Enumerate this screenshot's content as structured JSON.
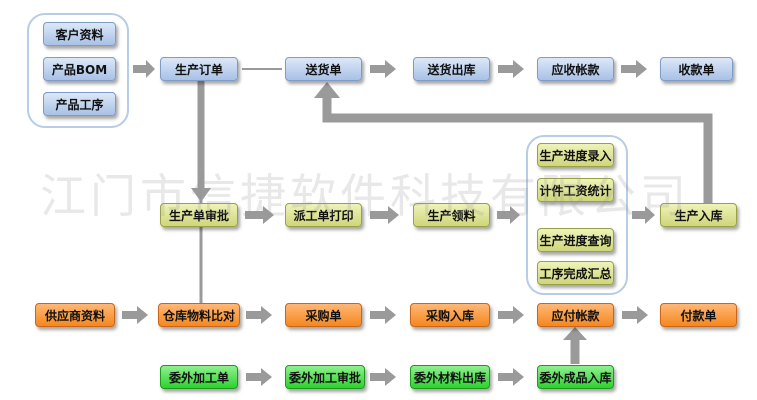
{
  "nodes": {
    "customer_info": "客户资料",
    "product_bom": "产品BOM",
    "product_process": "产品工序",
    "production_order": "生产订单",
    "delivery_note": "送货单",
    "delivery_out": "送货出库",
    "receivable": "应收帐款",
    "receipt": "收款单",
    "production_approval": "生产单审批",
    "dispatch_print": "派工单打印",
    "production_picking": "生产领料",
    "progress_entry": "生产进度录入",
    "piecework_stats": "计件工资统计",
    "progress_query": "生产进度查询",
    "process_summary": "工序完成汇总",
    "production_in": "生产入库",
    "supplier_info": "供应商资料",
    "warehouse_compare": "仓库物料比对",
    "purchase_order": "采购单",
    "purchase_in": "采购入库",
    "payable": "应付帐款",
    "payment": "付款单",
    "outsource_order": "委外加工单",
    "outsource_approval": "委外加工审批",
    "outsource_material_out": "委外材料出库",
    "outsource_product_in": "委外成品入库"
  },
  "watermark": "江门市信捷软件科技有限公司",
  "colors": {
    "arrow": "#9a9a9a",
    "blue_node": "#a8c1e6",
    "olive_node": "#cfd67a",
    "orange_node": "#f5871e",
    "green_node": "#2fd12f",
    "group_border": "#b7cce6"
  }
}
